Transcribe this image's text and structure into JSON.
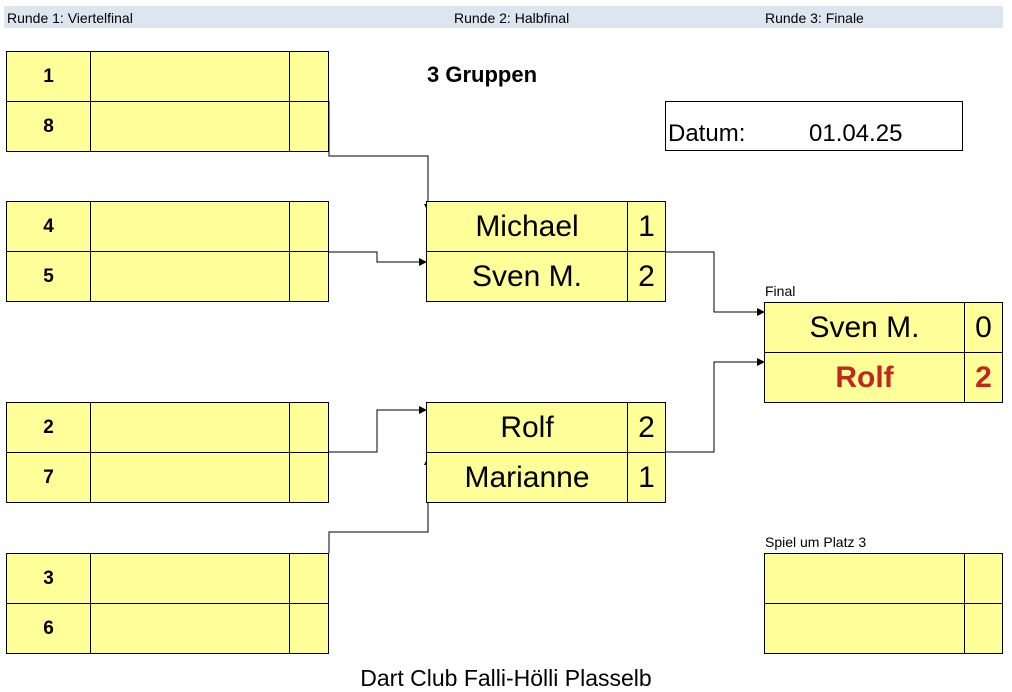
{
  "rounds": {
    "r1": "Runde 1:  Viertelfinal",
    "r2": "Runde 2:  Halbfinal",
    "r3": "Runde 3: Finale"
  },
  "title": "3 Gruppen",
  "date": {
    "label": "Datum:",
    "value": "01.04.25"
  },
  "quarterfinals": [
    {
      "seed": "1",
      "name": "",
      "score": ""
    },
    {
      "seed": "8",
      "name": "",
      "score": ""
    },
    {
      "seed": "4",
      "name": "",
      "score": ""
    },
    {
      "seed": "5",
      "name": "",
      "score": ""
    },
    {
      "seed": "2",
      "name": "",
      "score": ""
    },
    {
      "seed": "7",
      "name": "",
      "score": ""
    },
    {
      "seed": "3",
      "name": "",
      "score": ""
    },
    {
      "seed": "6",
      "name": "",
      "score": ""
    }
  ],
  "semifinals": [
    {
      "name": "Michael",
      "score": "1"
    },
    {
      "name": "Sven M.",
      "score": "2"
    },
    {
      "name": "Rolf",
      "score": "2"
    },
    {
      "name": "Marianne",
      "score": "1"
    }
  ],
  "final": {
    "label": "Final",
    "players": [
      {
        "name": "Sven M.",
        "score": "0"
      },
      {
        "name": "Rolf",
        "score": "2"
      }
    ]
  },
  "third_place": {
    "label": "Spiel um Platz 3",
    "players": [
      {
        "name": "",
        "score": ""
      },
      {
        "name": "",
        "score": ""
      }
    ]
  },
  "footer": "Dart Club Falli-Hölli Plasselb",
  "colors": {
    "slot": "#ffff99",
    "header": "#dce6f1",
    "winner": "#c0271e"
  }
}
